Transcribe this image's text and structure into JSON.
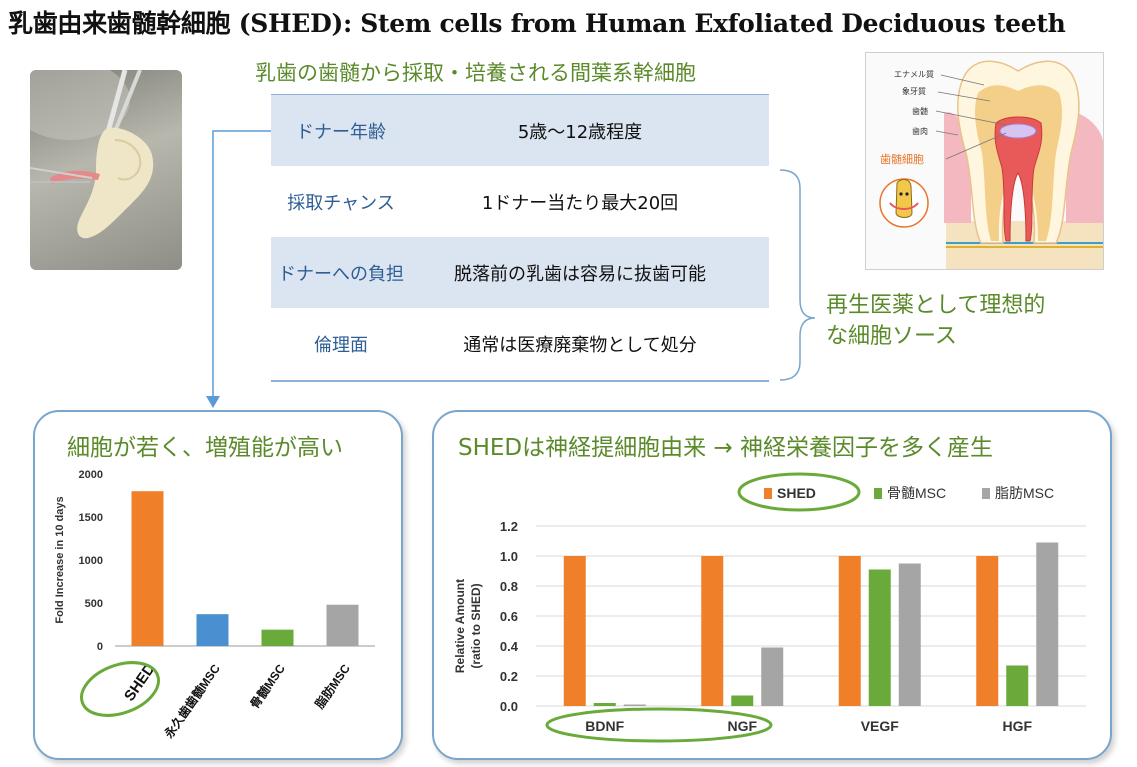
{
  "title": "乳歯由来歯髄幹細胞 (SHED): Stem cells from Human Exfoliated Deciduous teeth",
  "subtitle": "乳歯の歯髄から採取・培養される間葉系幹細胞",
  "table": [
    {
      "key": "ドナー年齢",
      "value": "5歳〜12歳程度"
    },
    {
      "key": "採取チャンス",
      "value": "1ドナー当たり最大20回"
    },
    {
      "key": "ドナーへの負担",
      "value": "脱落前の乳歯は容易に抜歯可能"
    },
    {
      "key": "倫理面",
      "value": "通常は医療廃棄物として処分"
    }
  ],
  "ideal_source": [
    "再生医薬として理想的",
    "な細胞ソース"
  ],
  "tooth_labels": {
    "enamel": "エナメル質",
    "dentin": "象牙質",
    "pulp": "歯髄",
    "gum": "歯肉",
    "pulp_cell": "歯髄細胞"
  },
  "colors": {
    "shed": "#f07f2a",
    "bone": "#6aaa3a",
    "fat": "#a5a5a5",
    "perm": "#4a8fd0",
    "green_text": "#5b8a2a"
  },
  "left_panel_title": "細胞が若く、増殖能が高い",
  "right_panel_title": "SHEDは神経提細胞由来 → 神経栄養因子を多く産生",
  "chart_data": [
    {
      "type": "bar",
      "ylabel": "Fold Increase in 10 days",
      "ylim": [
        0,
        2000
      ],
      "yticks": [
        0,
        500,
        1000,
        1500,
        2000
      ],
      "categories": [
        "SHED",
        "永久歯歯髄MSC",
        "骨髄MSC",
        "脂肪MSC"
      ],
      "values": [
        1800,
        370,
        190,
        480
      ],
      "bar_colors": [
        "#f07f2a",
        "#4a8fd0",
        "#6aaa3a",
        "#a5a5a5"
      ],
      "grid": false
    },
    {
      "type": "bar",
      "ylabel": "Relative Amount (ratio to SHED)",
      "ylabel_lines": [
        "Relative Amount",
        "(ratio to SHED)"
      ],
      "ylim": [
        0,
        1.2
      ],
      "yticks": [
        "0.0",
        "0.2",
        "0.4",
        "0.6",
        "0.8",
        "1.0",
        "1.2"
      ],
      "categories": [
        "BDNF",
        "NGF",
        "VEGF",
        "HGF"
      ],
      "legend_position": "top-right",
      "series": [
        {
          "name": "SHED",
          "color": "#f07f2a",
          "values": [
            1.0,
            1.0,
            1.0,
            1.0
          ]
        },
        {
          "name": "骨髄MSC",
          "color": "#6aaa3a",
          "values": [
            0.02,
            0.07,
            0.91,
            0.27
          ]
        },
        {
          "name": "脂肪MSC",
          "color": "#a5a5a5",
          "values": [
            0.01,
            0.39,
            0.95,
            1.09
          ]
        }
      ],
      "grid": true
    }
  ]
}
